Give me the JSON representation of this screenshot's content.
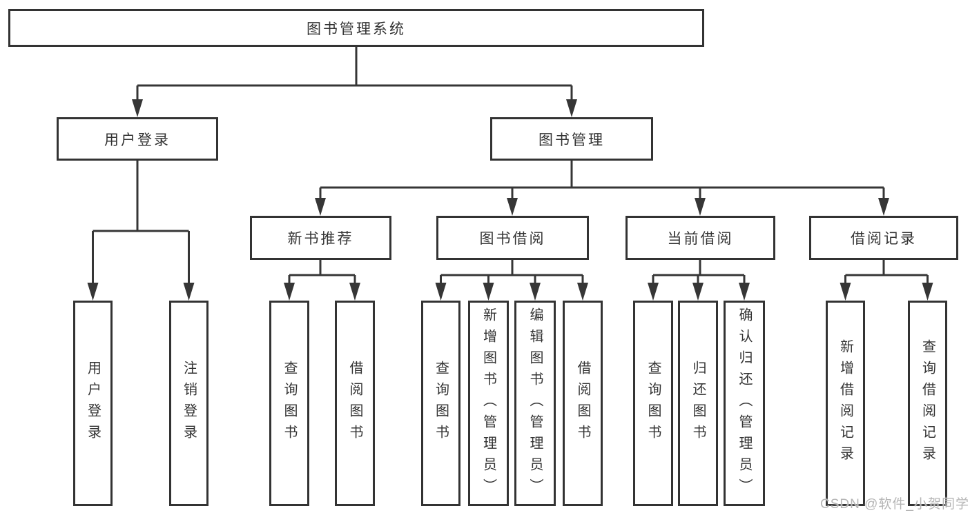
{
  "diagram_type": "hierarchy-chart",
  "colors": {
    "background": "#ffffff",
    "line": "#363636",
    "box_border": "#333333",
    "box_fill": "#ffffff",
    "text": "#333333",
    "watermark": "#b5b5b5"
  },
  "nodes": {
    "root": "图书管理系统",
    "user_login": "用户登录",
    "book_mgmt": "图书管理",
    "new_book_rec": "新书推荐",
    "book_borrow": "图书借阅",
    "current_borrow": "当前借阅",
    "borrow_records": "借阅记录",
    "leaves": {
      "g1": [
        "用户登录",
        "注销登录"
      ],
      "g2": [
        "查询图书",
        "借阅图书"
      ],
      "g3": [
        "查询图书",
        "新增图书（管理员）",
        "编辑图书（管理员）",
        "借阅图书"
      ],
      "g4": [
        "查询图书",
        "归还图书",
        "确认归还（管理员）"
      ],
      "g5": [
        "新增借阅记录",
        "查询借阅记录"
      ]
    }
  },
  "hierarchy": {
    "图书管理系统": {
      "用户登录": [
        "用户登录",
        "注销登录"
      ],
      "图书管理": {
        "新书推荐": [
          "查询图书",
          "借阅图书"
        ],
        "图书借阅": [
          "查询图书",
          "新增图书（管理员）",
          "编辑图书（管理员）",
          "借阅图书"
        ],
        "当前借阅": [
          "查询图书",
          "归还图书",
          "确认归还（管理员）"
        ],
        "借阅记录": [
          "新增借阅记录",
          "查询借阅记录"
        ]
      }
    }
  },
  "watermark": {
    "text": "CSDN @软件_小贺同学"
  }
}
